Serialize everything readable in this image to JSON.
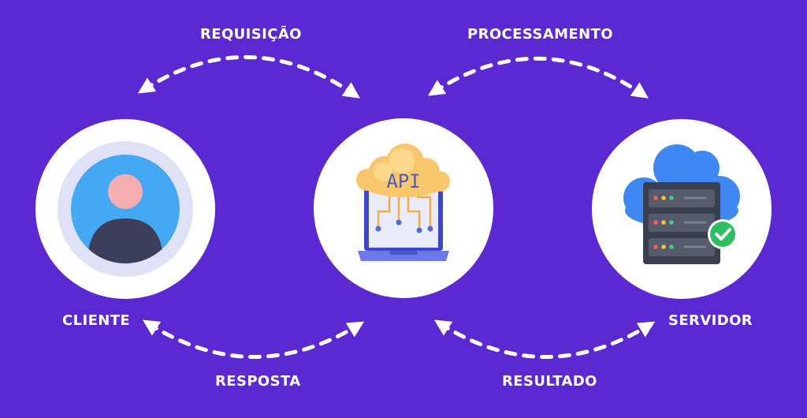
{
  "colors": {
    "background": "#5b28d2",
    "node_fill": "#ffffff",
    "arrow": "#ffffff",
    "label_text": "#ffffff"
  },
  "nodes": {
    "cliente": {
      "label": "CLIENTE",
      "icon": "user-avatar-icon"
    },
    "api": {
      "label": "API",
      "icon": "laptop-cloud-api-icon"
    },
    "servidor": {
      "label": "SERVIDOR",
      "icon": "cloud-server-check-icon"
    }
  },
  "edges": {
    "requisicao": {
      "label": "REQUISIÇÃO"
    },
    "processamento": {
      "label": "PROCESSAMENTO"
    },
    "resposta": {
      "label": "RESPOSTA"
    },
    "resultado": {
      "label": "RESULTADO"
    }
  }
}
